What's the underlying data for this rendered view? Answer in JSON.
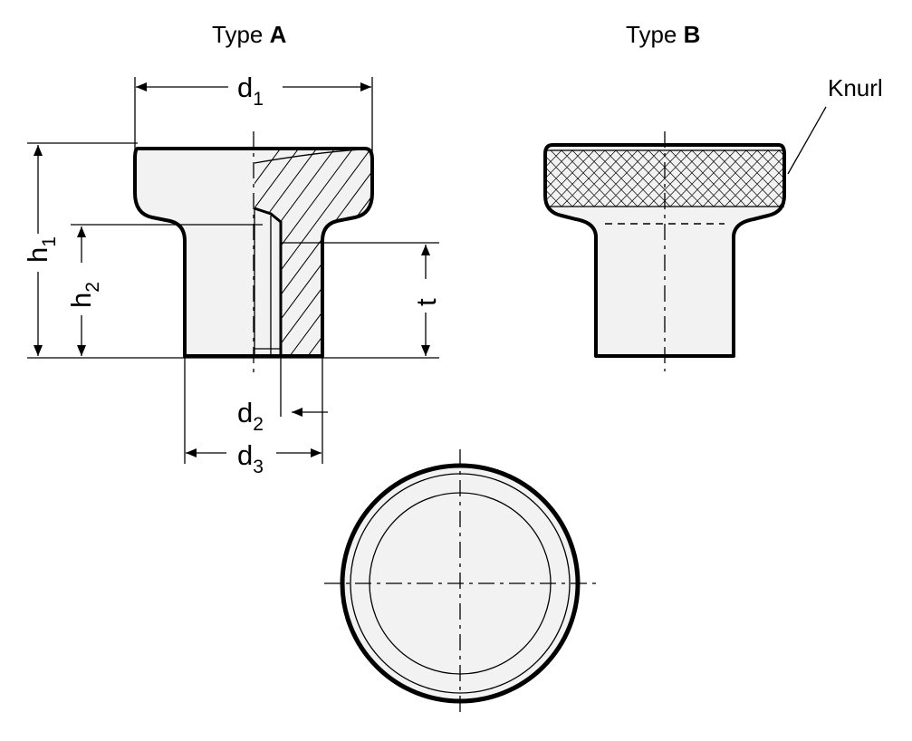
{
  "titles": {
    "type_a_prefix": "Type ",
    "type_a_letter": "A",
    "type_b_prefix": "Type ",
    "type_b_letter": "B"
  },
  "labels": {
    "knurl": "Knurl"
  },
  "dimensions": {
    "d1": {
      "main": "d",
      "sub": "1"
    },
    "d2": {
      "main": "d",
      "sub": "2"
    },
    "d3": {
      "main": "d",
      "sub": "3"
    },
    "h1": {
      "main": "h",
      "sub": "1"
    },
    "h2": {
      "main": "h",
      "sub": "2"
    },
    "t": {
      "main": "t"
    }
  }
}
